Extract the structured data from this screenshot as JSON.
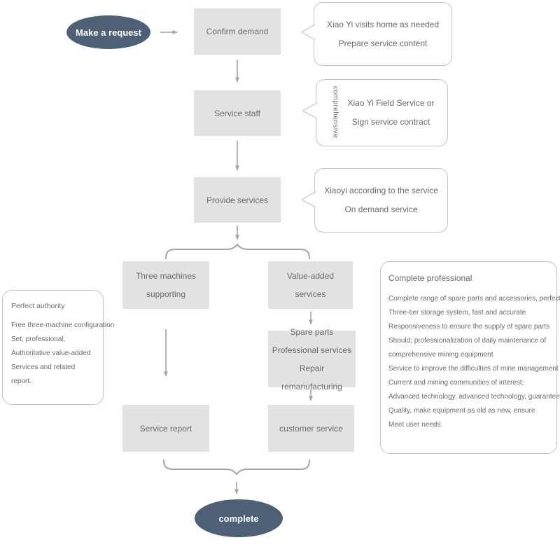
{
  "colors": {
    "node_fill": "#4d6076",
    "node_text": "#ffffff",
    "box_fill": "#e2e2e2",
    "text": "#6a6a6a",
    "connector": "#a3a3a3",
    "border": "#c4c4c4"
  },
  "start_node": {
    "label": "Make a request"
  },
  "end_node": {
    "label": "complete"
  },
  "boxes": {
    "confirm_demand": {
      "label": "Confirm demand"
    },
    "service_staff": {
      "label": "Service staff"
    },
    "provide_services": {
      "label": "Provide services"
    },
    "three_machines": {
      "lines": [
        "Three machines",
        "supporting"
      ]
    },
    "value_added": {
      "lines": [
        "Value-added",
        "services"
      ]
    },
    "spare_parts": {
      "lines": [
        "Spare parts",
        "Professional services",
        "Repair remanufacturing"
      ]
    },
    "service_report": {
      "label": "Service report"
    },
    "customer_service": {
      "label": "customer service"
    }
  },
  "callouts": [
    {
      "lines": [
        "Xiao Yi visits home as needed",
        "Prepare service content"
      ]
    },
    {
      "side_label": "comprehensive",
      "lines": [
        "Xiao Yi Field Service or",
        "Sign service contract"
      ]
    },
    {
      "lines": [
        "Xiaoyi according to the service",
        "On demand service"
      ]
    }
  ],
  "info_left": {
    "title": "Perfect authority",
    "lines": [
      "Free three-machine configuration",
      "Set, professional,",
      "Authoritative value-added",
      "Services and related",
      "report."
    ]
  },
  "info_right": {
    "title": "Complete professional",
    "lines": [
      "Complete range of spare parts and accessories, perfect",
      "Three-tier storage system, fast and accurate",
      "Responsiveness to ensure the supply of spare parts",
      "Should; professionalization of daily maintenance of",
      "comprehensive mining equipment",
      "Service to improve the difficulties of mine management",
      "Current and mining communities of interest;",
      "Advanced technology, advanced technology, guarantee",
      "Quality, make equipment as old as new, ensure",
      "Meet user needs."
    ]
  }
}
